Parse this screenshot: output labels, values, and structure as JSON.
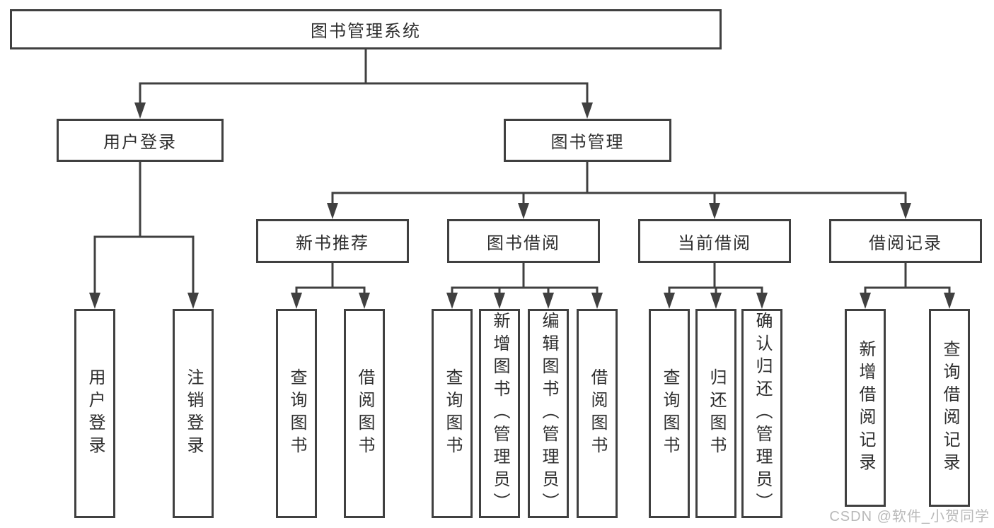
{
  "tree": {
    "root": "图书管理系统",
    "branches": [
      {
        "label": "用户登录",
        "children": [
          {
            "label": "用户登录"
          },
          {
            "label": "注销登录"
          }
        ]
      },
      {
        "label": "图书管理",
        "children": [
          {
            "label": "新书推荐",
            "children": [
              {
                "label": "查询图书"
              },
              {
                "label": "借阅图书"
              }
            ]
          },
          {
            "label": "图书借阅",
            "children": [
              {
                "label": "查询图书"
              },
              {
                "label": "新增图书（管理员）"
              },
              {
                "label": "编辑图书（管理员）"
              },
              {
                "label": "借阅图书"
              }
            ]
          },
          {
            "label": "当前借阅",
            "children": [
              {
                "label": "查询图书"
              },
              {
                "label": "归还图书"
              },
              {
                "label": "确认归还（管理员）"
              }
            ]
          },
          {
            "label": "借阅记录",
            "children": [
              {
                "label": "新增借阅记录"
              },
              {
                "label": "查询借阅记录"
              }
            ]
          }
        ]
      }
    ]
  },
  "watermark": {
    "text": "CSDN @软件_小贺同学"
  },
  "colors": {
    "line": "#404040",
    "box_border": "#404040",
    "text": "#2e2e2e",
    "watermark": "#b9b9b9",
    "background": "#ffffff"
  }
}
